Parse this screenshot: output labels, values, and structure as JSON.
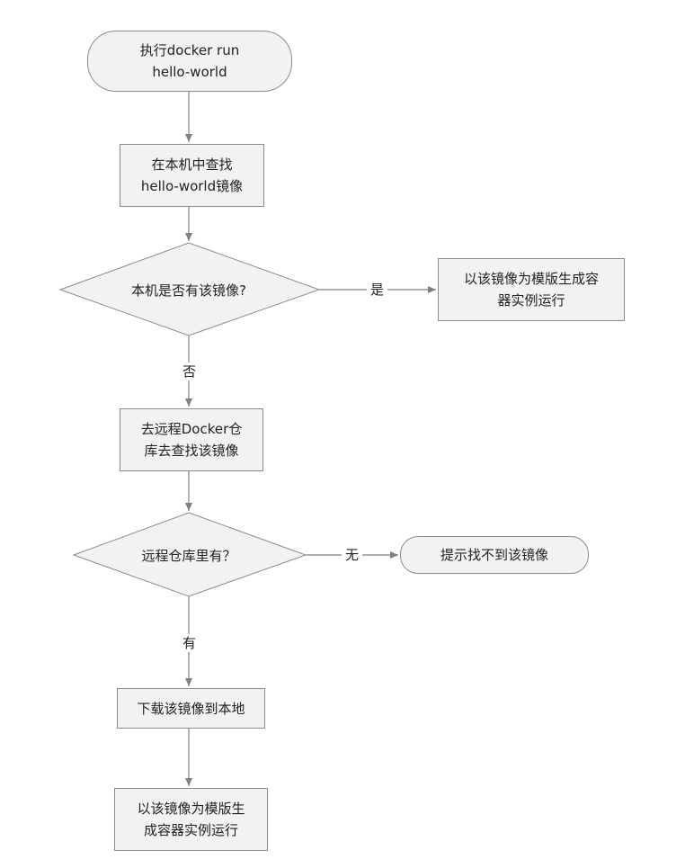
{
  "flowchart": {
    "start": "执行docker run\nhello-world",
    "search_local": "在本机中查找\nhello-world镜像",
    "decision_local": "本机是否有该镜像?",
    "run_local": "以该镜像为模版生成容\n器实例运行",
    "search_remote": "去远程Docker仓\n库去查找该镜像",
    "decision_remote": "远程仓库里有？",
    "not_found": "提示找不到该镜像",
    "download": "下载该镜像到本地",
    "run_downloaded": "以该镜像为模版生\n成容器实例运行"
  },
  "edge_labels": {
    "yes": "是",
    "no": "否",
    "none": "无",
    "have": "有"
  },
  "colors": {
    "node_fill": "#f2f2f2",
    "node_border": "#8c8c8c",
    "line": "#808080",
    "text": "#222222"
  }
}
